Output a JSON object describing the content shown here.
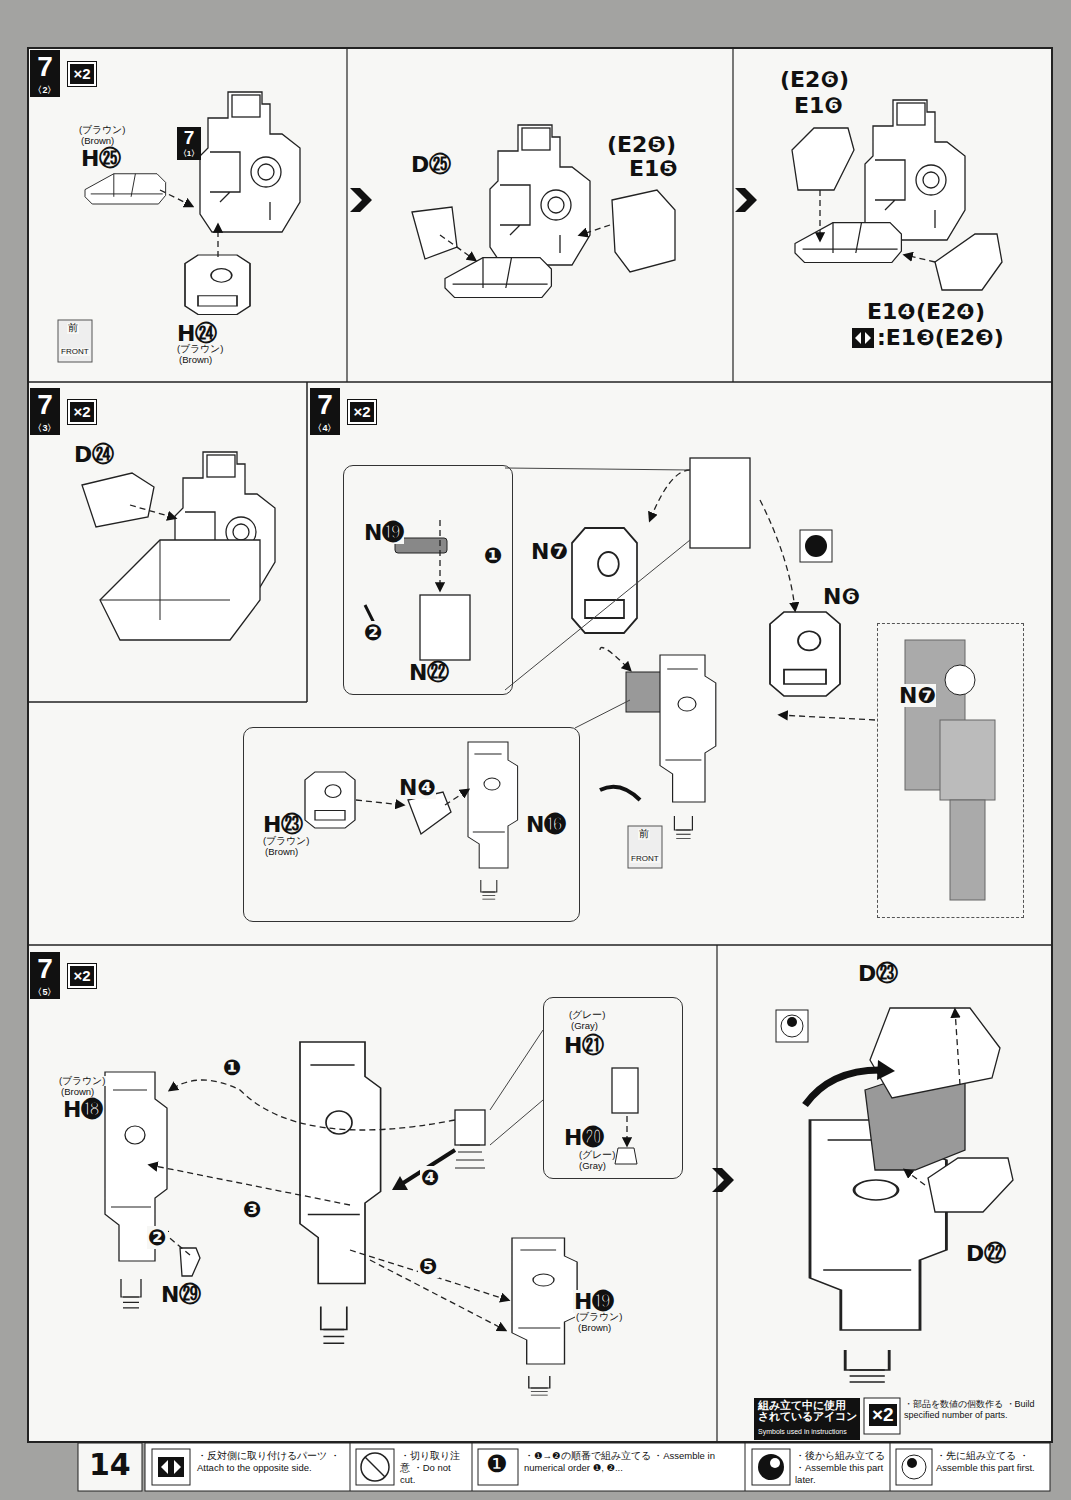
{
  "diagram": {
    "nodes": [
      {
        "text": [
          "7",
          "〈2〉",
          "×2"
        ]
      },
      {
        "text": [
          "7",
          "〈1〉"
        ]
      },
      {
        "text": [
          "7",
          "〈3〉",
          "×2"
        ]
      },
      {
        "text": [
          "7",
          "〈4〉",
          "×2"
        ]
      },
      {
        "text": [
          "N⓳",
          "❶",
          "❷",
          "N㉒"
        ]
      },
      {
        "text": [
          "H㉓",
          "(ブラウン)",
          "(Brown)",
          "N❹",
          "N⓰"
        ]
      },
      {
        "text": [
          "N❼"
        ]
      },
      {
        "text": [
          "7",
          "〈5〉",
          "×2"
        ]
      },
      {
        "text": [
          "(グレー)",
          "(Gray)",
          "H㉑",
          "H⓴",
          "(グレー)",
          "(Gray)"
        ]
      }
    ],
    "labels": [
      "(ブラウン)",
      "(Brown)",
      "H㉕",
      "前",
      "FRONT",
      "H㉔",
      "(ブラウン)",
      "(Brown)",
      "D㉕",
      "(E2❺)",
      "E1❺",
      "(E2❻)",
      "E1❻",
      "E1❹(E2❹)",
      ":E1❸(E2❸)",
      "D㉔",
      "N❼",
      "N❻",
      "前",
      "FRONT",
      "(ブラウン)",
      "(Brown)",
      "H⓲",
      "❶",
      "❷",
      "N㉙",
      "❸",
      "❹",
      "❺",
      "H⓳",
      "(ブラウン)",
      "(Brown)",
      "D㉓",
      "D㉒",
      "組み立て中に使用 されているアイコン",
      "Symbols used in instructions",
      "×2",
      "14",
      "❶"
    ],
    "legend": [
      {
        "text": "・反対側に取り付けるパーツ ・Attach to the opposite side."
      },
      {
        "text": "・切り取り注意 ・Do not cut."
      },
      {
        "text": "・❶→❷の順番で組み立てる ・Assemble in numerical order ❶, ❷..."
      },
      {
        "text": "・後から組み立てる ・Assemble this part later."
      },
      {
        "text": "・先に組み立てる ・Assemble this part first."
      },
      {
        "text": "・部品を数値の個数作る ・Build specified number of parts."
      }
    ]
  }
}
